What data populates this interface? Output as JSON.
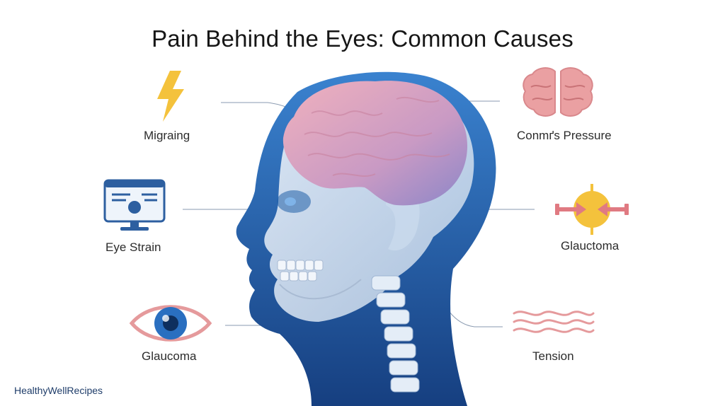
{
  "title": "Pain Behind the Eyes: Common Causes",
  "labels": {
    "migraine": "Migraing",
    "eye_strain": "Eye Strain",
    "glaucoma_left": "Glaucoma",
    "cranial_pressure": "Conmґs Pressure",
    "glaucoma_right": "Glauctoma",
    "tension": "Tension"
  },
  "watermark": "HealthyWellRecipes",
  "colors": {
    "head_blue": "#1f5fa8",
    "brain_pink": "#e7a3b3",
    "brain_violet": "#8f86c6",
    "skull": "#dbe6f2",
    "lightning": "#f4c23c",
    "eye_iris": "#2a6fc0",
    "eye_outline": "#e59a9c",
    "wave": "#e59a9c",
    "monitor": "#2d5fa0"
  },
  "icons": {
    "migraine": "lightning-icon",
    "eye_strain": "monitor-icon",
    "glaucoma_left": "eye-icon",
    "cranial_pressure": "brain-icon",
    "glaucoma_right": "pressure-icon",
    "tension": "waves-icon"
  }
}
